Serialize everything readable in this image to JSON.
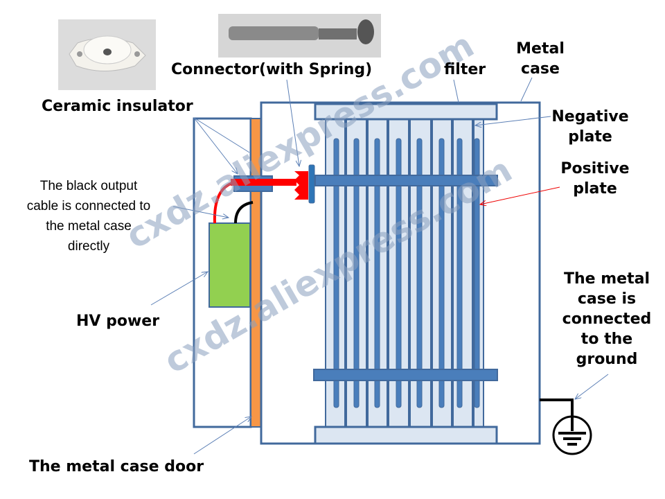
{
  "labels": {
    "ceramic_insulator": "Ceramic insulator",
    "connector": "Connector(with Spring)",
    "filter": "filter",
    "metal_case": [
      "Metal",
      "case"
    ],
    "negative_plate": [
      "Negative",
      "plate"
    ],
    "positive_plate": [
      "Positive",
      "plate"
    ],
    "black_cable_note": [
      "The black output",
      "cable is connected to",
      "the metal case",
      "directly"
    ],
    "hv_power": "HV power",
    "ground_note": [
      "The metal",
      "case is",
      "connected",
      "to the",
      "ground"
    ],
    "door": "The metal case door"
  },
  "watermark": [
    "cxdz.aliexpress.com",
    "cxdz.aliexpress.com"
  ],
  "colors": {
    "outline": "#41699c",
    "plate_fill": "#dce6f2",
    "rod": "#4a7ebb",
    "door_strip": "#f79646",
    "hv_power": "#92d050",
    "cable_red": "#ff0000",
    "connector_disc": "#2e75b6"
  }
}
